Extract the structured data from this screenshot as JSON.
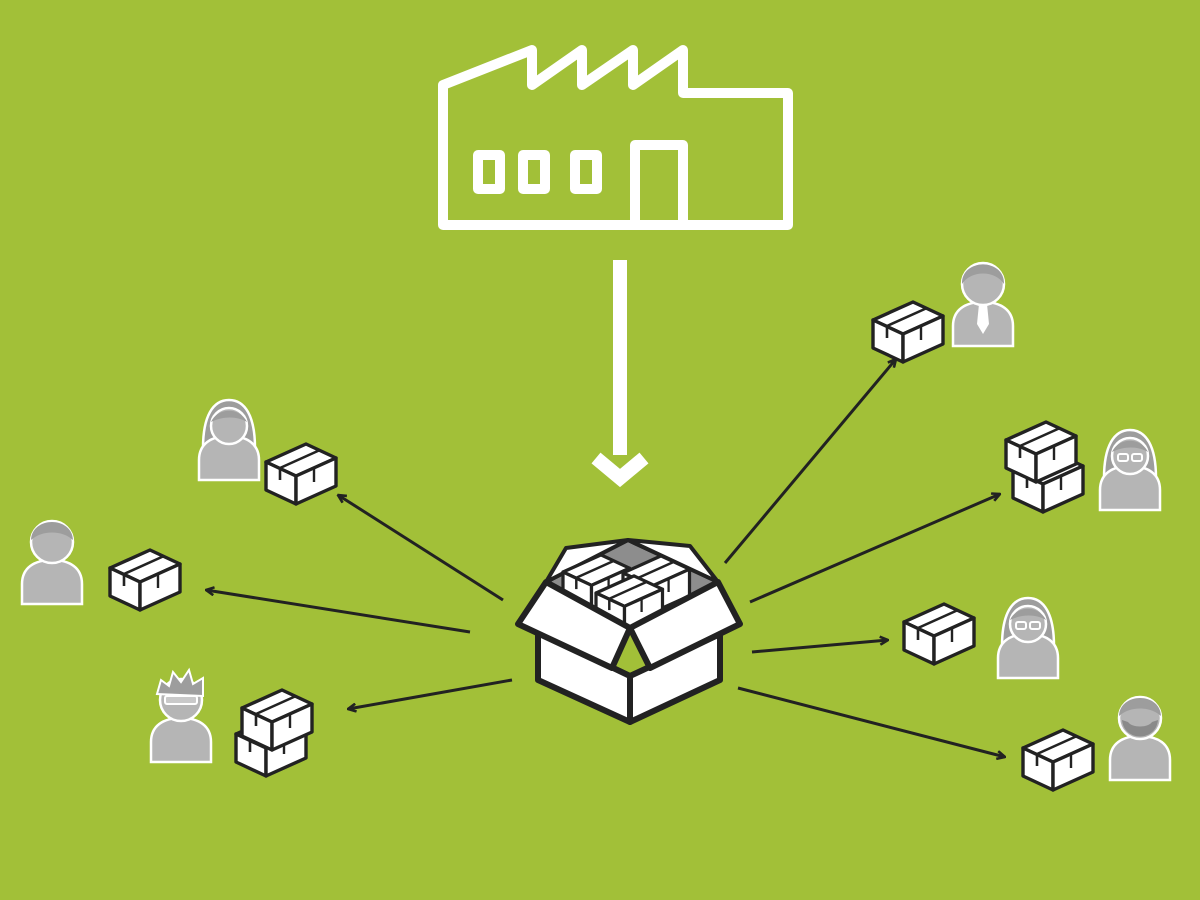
{
  "colors": {
    "background": "#a2c038",
    "factory_stroke": "#ffffff",
    "arrow": "#222222",
    "person": "#b5b5b5",
    "person_head": "#9d9d9d",
    "box_fill": "#ffffff",
    "box_stroke": "#222222",
    "box_gap": "#8d8d8d"
  },
  "diagram": {
    "nodes": [
      {
        "id": "factory",
        "icon": "factory-icon"
      },
      {
        "id": "distribution-box",
        "icon": "open-box-with-parcels-icon"
      },
      {
        "id": "customer-woman-top-left",
        "icon": "woman-icon",
        "parcels": 1
      },
      {
        "id": "customer-man-left",
        "icon": "man-icon",
        "parcels": 1
      },
      {
        "id": "customer-man-sunglasses",
        "icon": "man-sunglasses-icon",
        "parcels": 2
      },
      {
        "id": "customer-businessman",
        "icon": "businessman-tie-icon",
        "parcels": 1
      },
      {
        "id": "customer-woman-glasses-top",
        "icon": "woman-glasses-icon",
        "parcels": 2
      },
      {
        "id": "customer-woman-glasses-mid",
        "icon": "woman-glasses-icon",
        "parcels": 1
      },
      {
        "id": "customer-bearded-man",
        "icon": "bearded-man-icon",
        "parcels": 1
      }
    ],
    "edges": [
      {
        "from": "factory",
        "to": "distribution-box"
      },
      {
        "from": "distribution-box",
        "to": "customer-woman-top-left"
      },
      {
        "from": "distribution-box",
        "to": "customer-man-left"
      },
      {
        "from": "distribution-box",
        "to": "customer-man-sunglasses"
      },
      {
        "from": "distribution-box",
        "to": "customer-businessman"
      },
      {
        "from": "distribution-box",
        "to": "customer-woman-glasses-top"
      },
      {
        "from": "distribution-box",
        "to": "customer-woman-glasses-mid"
      },
      {
        "from": "distribution-box",
        "to": "customer-bearded-man"
      }
    ]
  }
}
